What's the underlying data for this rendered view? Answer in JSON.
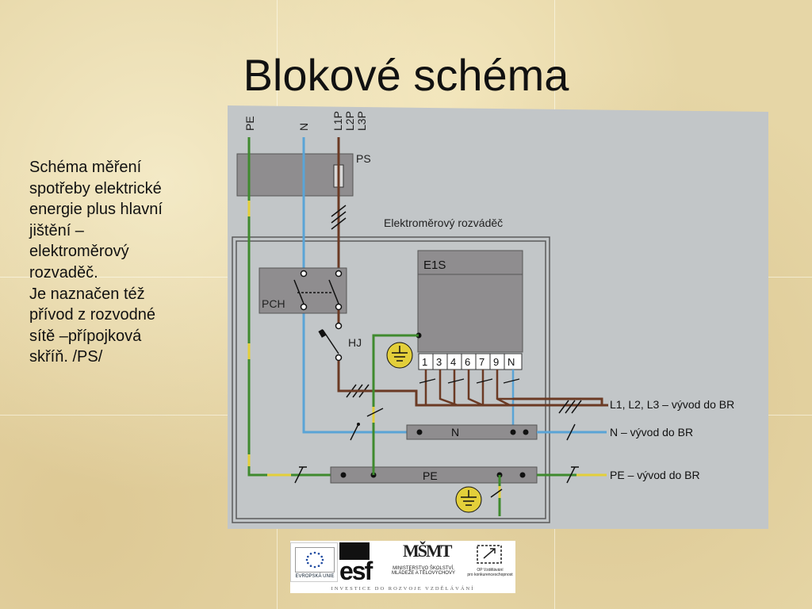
{
  "slide": {
    "title": "Blokové schéma",
    "description_lines": [
      "Schéma měření",
      "spotřeby elektrické",
      "energie plus hlavní",
      "jištění –",
      "elektroměrový",
      "rozvaděč.",
      "Je naznačen též",
      "přívod z rozvodné",
      "sítě –přípojková",
      "skříň. /PS/"
    ]
  },
  "diagram": {
    "top_labels": {
      "pe": "PE",
      "n": "N",
      "l1p": "L1P",
      "l2p": "L2P",
      "l3p": "L3P"
    },
    "ps_label": "PS",
    "cabinet_label": "Elektroměrový rozváděč",
    "meter_label": "E1S",
    "terminals": [
      "1",
      "3",
      "4",
      "6",
      "7",
      "9",
      "N"
    ],
    "pch_label": "PCH",
    "hj_label": "HJ",
    "n_bus_label": "N",
    "pe_bus_label": "PE",
    "out_l": "L1, L2, L3 – vývod do BR",
    "out_n": "N – vývod do BR",
    "out_pe": "PE – vývod do BR",
    "colors": {
      "pe_green": "#3f8a2e",
      "pe_yellow": "#e3cf3a",
      "neutral_blue": "#5aa4d6",
      "phase_brown": "#6b3a24",
      "box_grey": "#8f8d8f",
      "bg_grey": "#c2c6c8"
    }
  },
  "logos": {
    "eu": "EVROPSKÁ UNIE",
    "esf": "esf",
    "msmt_mark": "MŠMT",
    "msmt_line1": "MINISTERSTVO ŠKOLSTVÍ,",
    "msmt_line2": "MLÁDEŽE A TĚLOVÝCHOVY",
    "op_line1": "OP Vzdělávání",
    "op_line2": "pro konkurenceschopnost",
    "slogan": "INVESTICE DO ROZVOJE VZDĚLÁVÁNÍ"
  }
}
